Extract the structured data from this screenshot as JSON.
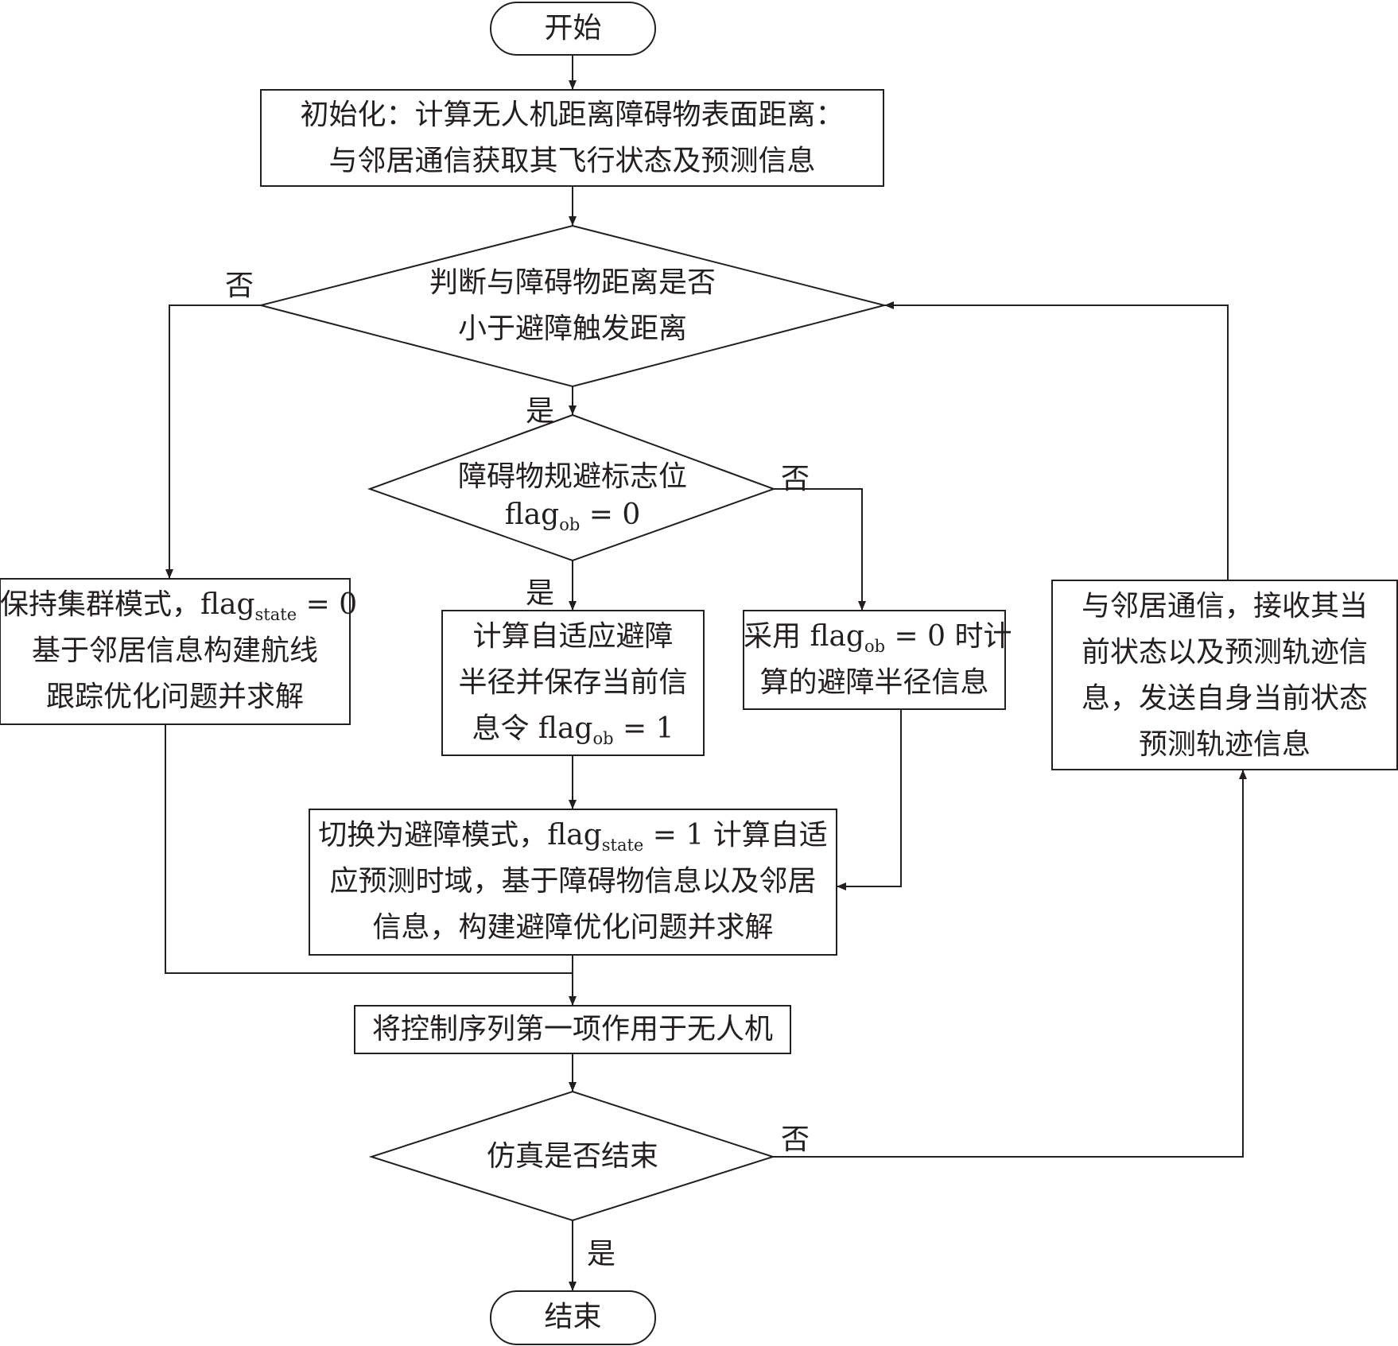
{
  "nodes": {
    "start": "开始",
    "init": [
      "初始化：计算无人机距离障碍物表面距离：",
      "与邻居通信获取其飞行状态及预测信息"
    ],
    "check_distance": [
      "判断与障碍物距离是否",
      "小于避障触发距离"
    ],
    "check_flag": {
      "line1": "障碍物规避标志位",
      "line2_prefix": "flag",
      "line2_sub": "ob",
      "line2_suffix": " = 0"
    },
    "keep_cluster": {
      "line1_prefix": "保持集群模式，flag",
      "line1_sub": "state",
      "line1_suffix": " = 0",
      "line2": "基于邻居信息构建航线",
      "line3": "跟踪优化问题并求解"
    },
    "compute_radius": {
      "line1": "计算自适应避障",
      "line2": "半径并保存当前信",
      "line3_prefix": "息令 flag",
      "line3_sub": "ob",
      "line3_suffix": " = 1"
    },
    "use_radius": {
      "line1_prefix": "采用 flag",
      "line1_sub": "ob",
      "line1_suffix": " = 0 时计",
      "line2": "算的避障半径信息"
    },
    "switch_avoid": {
      "line1_prefix": "切换为避障模式，flag",
      "line1_sub": "state",
      "line1_suffix": " = 1 计算自适",
      "line2": "应预测时域，基于障碍物信息以及邻居",
      "line3": "信息，构建避障优化问题并求解"
    },
    "apply_control": "将控制序列第一项作用于无人机",
    "check_end": "仿真是否结束",
    "communicate": [
      "与邻居通信，接收其当",
      "前状态以及预测轨迹信",
      "息，发送自身当前状态",
      "预测轨迹信息"
    ],
    "end": "结束"
  },
  "edge_labels": {
    "dist_no": "否",
    "dist_yes": "是",
    "flag_no": "否",
    "flag_yes": "是",
    "end_no": "否",
    "end_yes": "是"
  },
  "colors": {
    "stroke": "#231f20",
    "background": "#ffffff"
  }
}
